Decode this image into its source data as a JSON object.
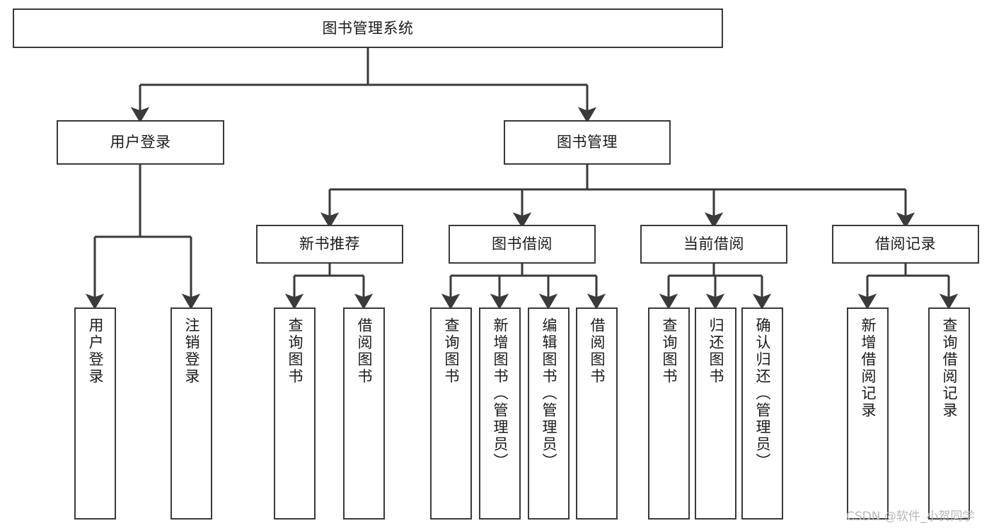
{
  "diagram": {
    "title_node": "图书管理系统",
    "type": "tree-hierarchy-chart",
    "orientation": "top-down",
    "line_color": "#3a3a3a",
    "box_fill": "#ffffff",
    "text_color": "#1b1b1b"
  },
  "nodes": {
    "root": {
      "label": "图书管理系统"
    },
    "level1": [
      {
        "label": "用户登录"
      },
      {
        "label": "图书管理"
      }
    ],
    "level2": [
      {
        "label": "新书推荐"
      },
      {
        "label": "图书借阅"
      },
      {
        "label": "当前借阅"
      },
      {
        "label": "借阅记录"
      }
    ],
    "leaves": {
      "user_login": [
        {
          "label": "用户登录"
        },
        {
          "label": "注销登录"
        }
      ],
      "new_book_recommend": [
        {
          "label": "查询图书"
        },
        {
          "label": "借阅图书"
        }
      ],
      "book_borrow": [
        {
          "label": "查询图书"
        },
        {
          "label": "新增图书（管理员）"
        },
        {
          "label": "编辑图书（管理员）"
        },
        {
          "label": "借阅图书"
        }
      ],
      "current_borrow": [
        {
          "label": "查询图书"
        },
        {
          "label": "归还图书"
        },
        {
          "label": "确认归还（管理员）"
        }
      ],
      "borrow_record": [
        {
          "label": "新增借阅记录"
        },
        {
          "label": "查询借阅记录"
        }
      ]
    }
  },
  "watermark": {
    "text": "CSDN @软件_小贺同学"
  }
}
